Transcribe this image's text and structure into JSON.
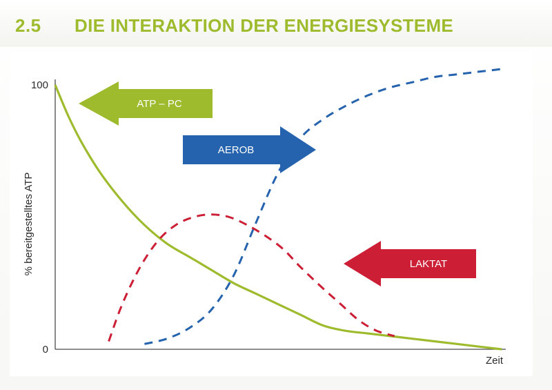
{
  "header": {
    "section_number": "2.5",
    "section_title": "DIE INTERAKTION DER ENERGIESYSTEME"
  },
  "colors": {
    "green": "#9dbb2d",
    "blue": "#2563ae",
    "red": "#cc1f36",
    "axis": "#4a4a4a"
  },
  "chart_data": {
    "type": "line",
    "title": "",
    "xlabel": "Zeit",
    "ylabel": "% bereitgestelltes ATP",
    "ylim": [
      0,
      100
    ],
    "yticks": [
      "0",
      "100"
    ],
    "xlim": [
      0,
      100
    ],
    "grid": false,
    "legend": "arrows",
    "series": [
      {
        "name": "ATP – PC",
        "color": "#9dbb2d",
        "style": "solid",
        "x": [
          0,
          3,
          6,
          10,
          15,
          20,
          25,
          30,
          35,
          40,
          45,
          50,
          55,
          60,
          65,
          70,
          75,
          80,
          85,
          90,
          95,
          100
        ],
        "y": [
          100,
          88,
          78,
          67,
          56,
          47,
          40,
          35,
          30,
          25,
          21,
          17,
          13,
          9,
          7,
          6,
          5,
          4,
          3,
          2,
          1,
          0
        ]
      },
      {
        "name": "AEROB",
        "color": "#2563ae",
        "style": "dashed",
        "x": [
          20,
          25,
          30,
          35,
          40,
          45,
          50,
          55,
          60,
          65,
          70,
          75,
          80,
          85,
          90,
          95,
          100
        ],
        "y": [
          2,
          4,
          8,
          15,
          28,
          48,
          67,
          80,
          87,
          92,
          96,
          99,
          101,
          103,
          104,
          105,
          106
        ]
      },
      {
        "name": "LAKTAT",
        "color": "#cc1f36",
        "style": "dashed",
        "x": [
          12,
          15,
          19,
          23,
          27,
          31,
          35,
          39,
          43,
          47,
          51,
          55,
          60,
          64,
          68,
          72,
          76
        ],
        "y": [
          3,
          17,
          31,
          41,
          47,
          50,
          51,
          50,
          47,
          43,
          38,
          31,
          23,
          17,
          11,
          7,
          5
        ]
      }
    ],
    "arrows": [
      {
        "label": "ATP – PC",
        "color": "#9dbb2d",
        "direction": "left"
      },
      {
        "label": "AEROB",
        "color": "#2563ae",
        "direction": "right"
      },
      {
        "label": "LAKTAT",
        "color": "#cc1f36",
        "direction": "left"
      }
    ]
  }
}
